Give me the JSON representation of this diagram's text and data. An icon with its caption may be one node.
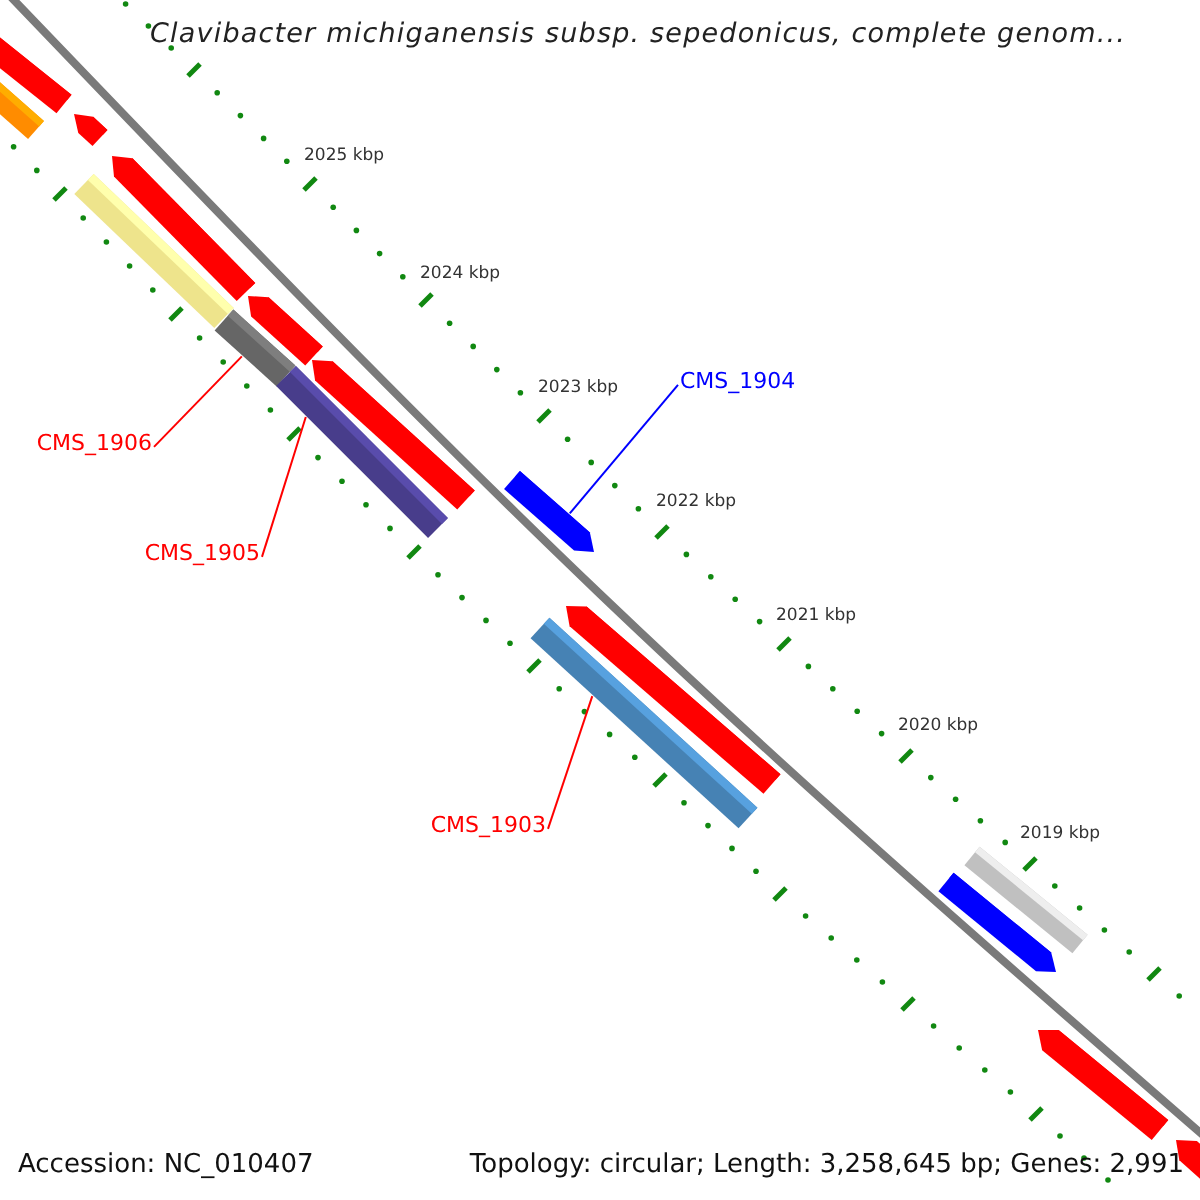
{
  "diagram": {
    "title": "Clavibacter michiganensis subsp. sepedonicus, complete genom...",
    "nodes": [
      {
        "text": [
          "CMS_1906"
        ]
      },
      {
        "text": [
          "CMS_1905"
        ]
      },
      {
        "text": [
          "CMS_1904"
        ]
      },
      {
        "text": [
          "CMS_1903"
        ]
      },
      {
        "text": [],
        "shape": "bar"
      },
      {
        "text": [],
        "shape": "bar"
      },
      {
        "text": [],
        "shape": "bar"
      },
      {
        "text": [],
        "shape": "bar"
      }
    ],
    "edges": [
      {
        "from": 0,
        "to": 4,
        "arrow": "none"
      },
      {
        "from": 1,
        "to": 5,
        "arrow": "none"
      },
      {
        "from": 2,
        "to": 6,
        "arrow": "none",
        "color": "#0000ff"
      },
      {
        "from": 3,
        "to": 7,
        "arrow": "none"
      }
    ],
    "labels": [
      "2025 kbp",
      "2024 kbp",
      "2023 kbp",
      "2022 kbp",
      "2021 kbp",
      "2020 kbp",
      "2019 kbp",
      "Accession: NC_010407",
      "Topology: circular; Length: 3,258,645 bp; Genes: 2,991"
    ]
  }
}
